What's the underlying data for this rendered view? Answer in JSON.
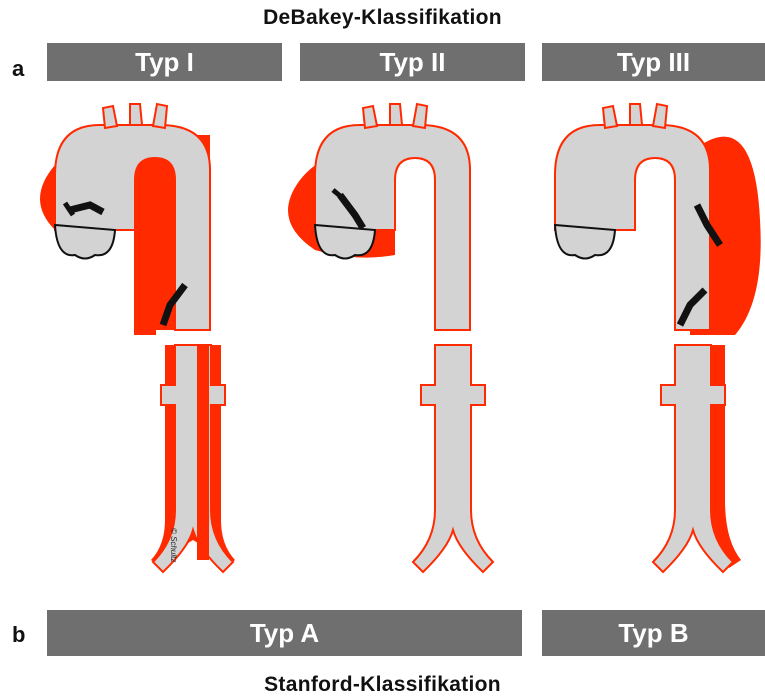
{
  "top_title": "DeBakey-Klassifikation",
  "bottom_title": "Stanford-Klassifikation",
  "row_labels": {
    "a": "a",
    "b": "b"
  },
  "debakey_types": [
    "Typ I",
    "Typ II",
    "Typ III"
  ],
  "stanford_types": [
    "Typ A",
    "Typ B"
  ],
  "colors": {
    "bar": "#6f6f6f",
    "vessel": "#d3d3d3",
    "dissection": "#ff2a00",
    "arrow": "#111111"
  },
  "signature": "© Schultz"
}
